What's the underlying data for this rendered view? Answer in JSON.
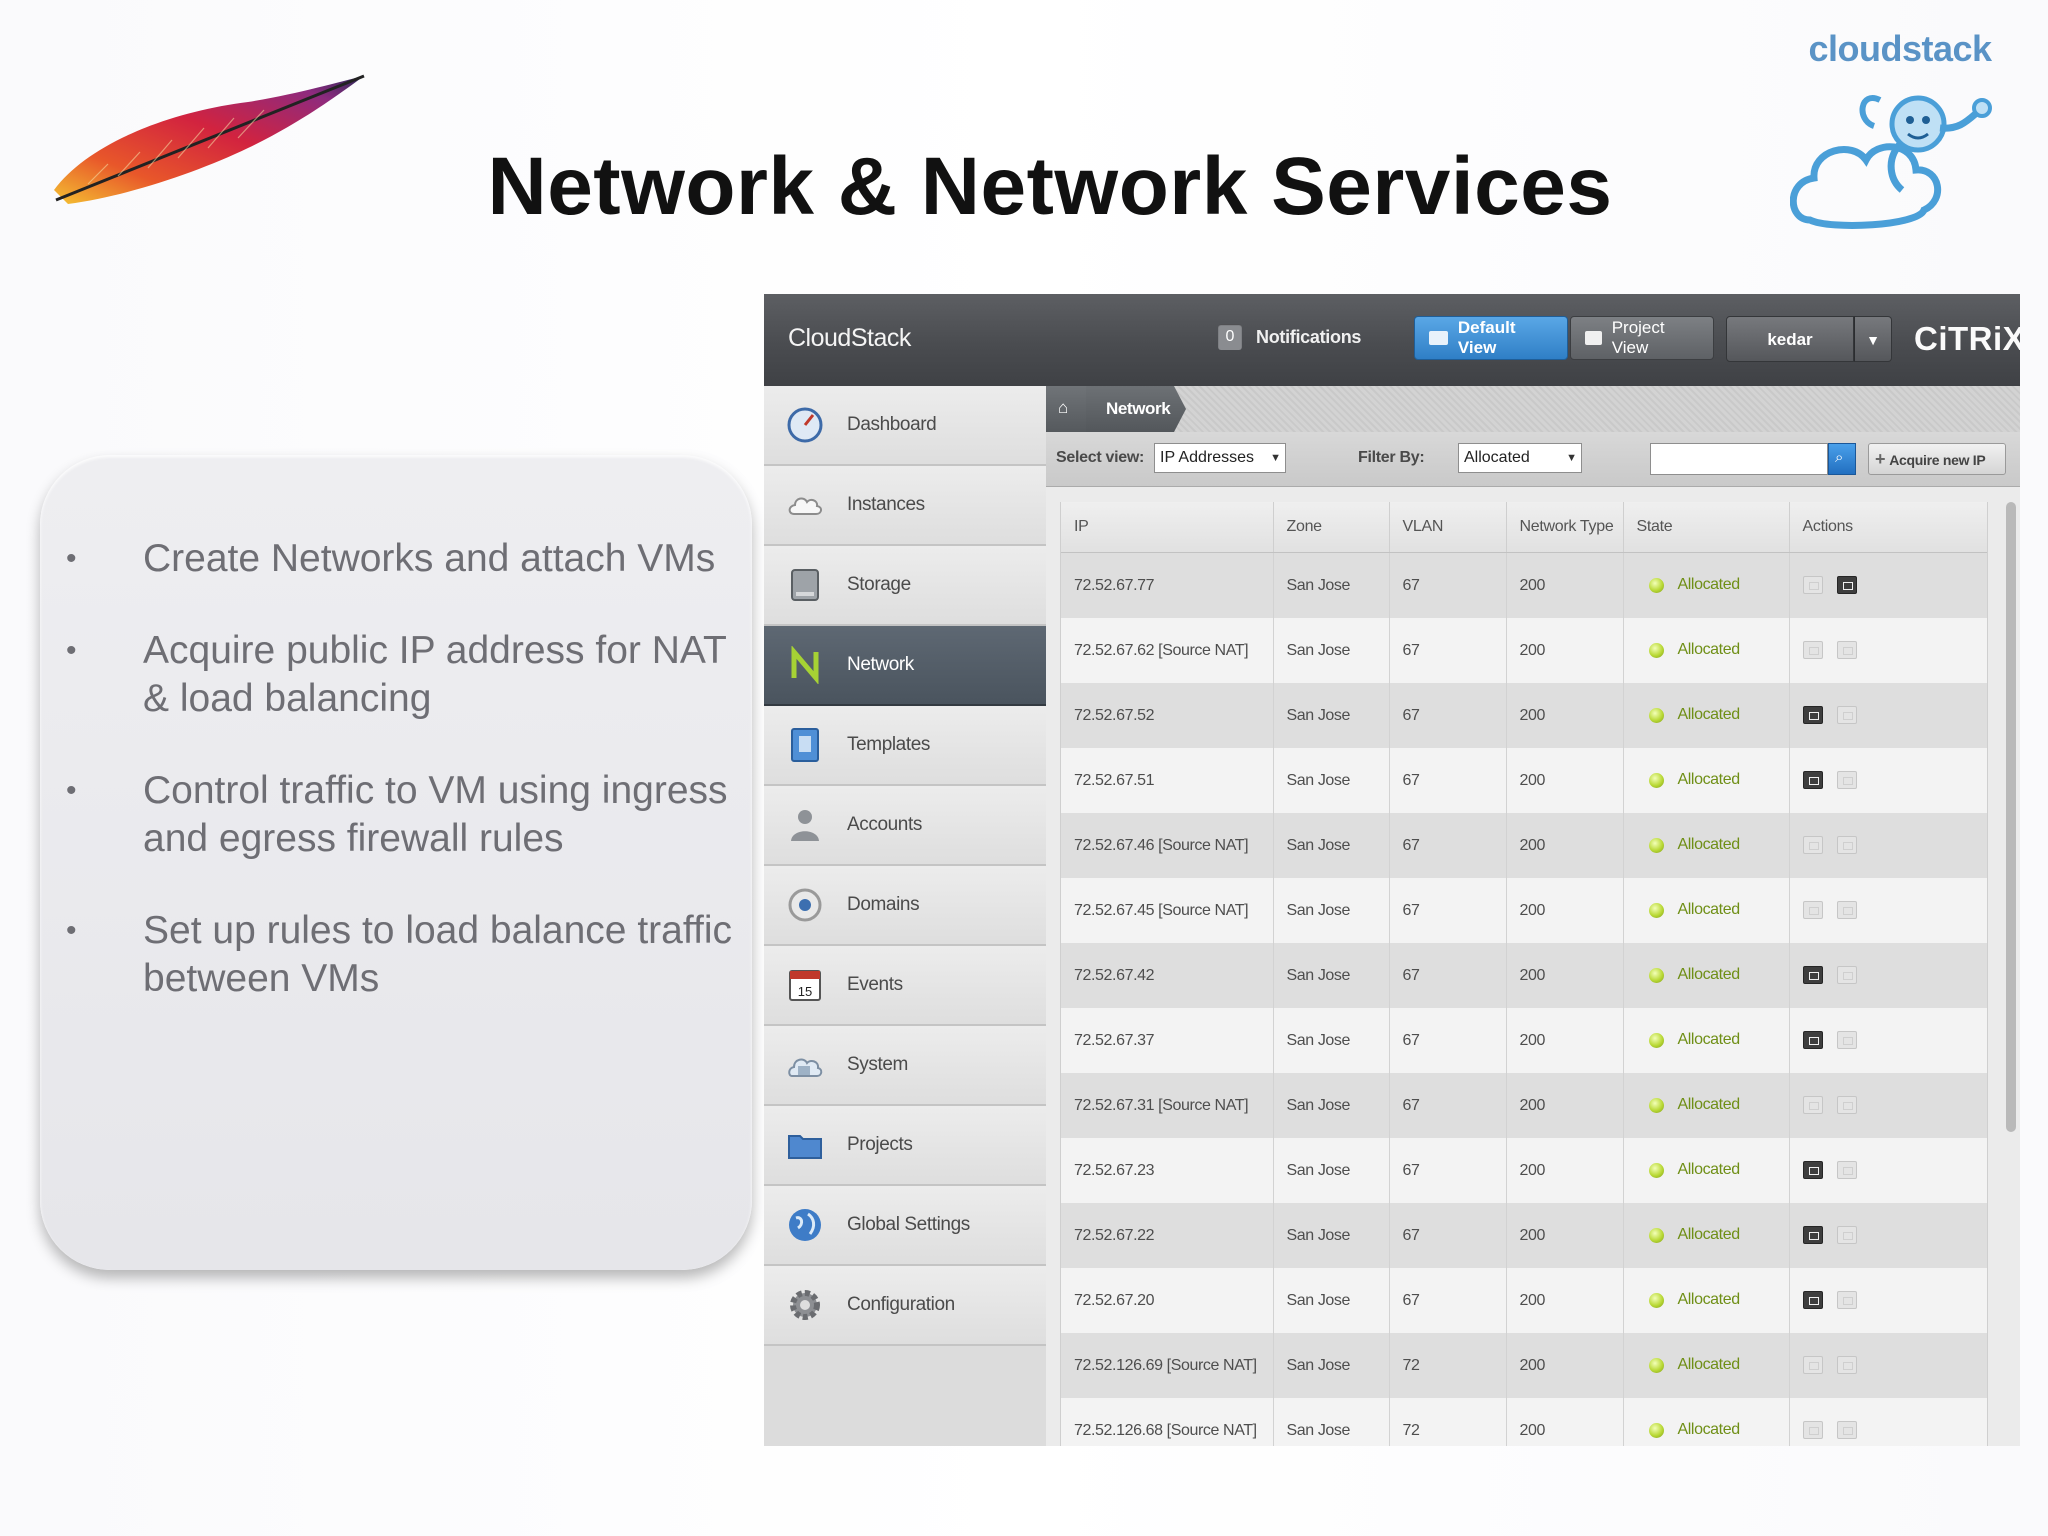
{
  "slide": {
    "title": "Network & Network Services",
    "logo_text": "cloudstack",
    "bullets": [
      "Create Networks and attach VMs",
      "Acquire public IP address for NAT & load balancing",
      "Control traffic to VM using ingress and egress firewall rules",
      "Set up rules to load balance traffic between VMs"
    ]
  },
  "app": {
    "brand": "CloudStack",
    "notifications": {
      "count": "0",
      "label": "Notifications"
    },
    "views": {
      "default": "Default View",
      "project": "Project View"
    },
    "user": "kedar",
    "vendor": "CiTRiX",
    "nav": [
      {
        "label": "Dashboard",
        "icon": "dashboard-icon"
      },
      {
        "label": "Instances",
        "icon": "cloud-icon"
      },
      {
        "label": "Storage",
        "icon": "storage-icon"
      },
      {
        "label": "Network",
        "icon": "network-icon",
        "active": true
      },
      {
        "label": "Templates",
        "icon": "template-icon"
      },
      {
        "label": "Accounts",
        "icon": "user-icon"
      },
      {
        "label": "Domains",
        "icon": "domain-icon"
      },
      {
        "label": "Events",
        "icon": "calendar-icon",
        "day": "15"
      },
      {
        "label": "System",
        "icon": "system-icon"
      },
      {
        "label": "Projects",
        "icon": "folder-icon"
      },
      {
        "label": "Global Settings",
        "icon": "globe-icon"
      },
      {
        "label": "Configuration",
        "icon": "gear-icon"
      }
    ],
    "breadcrumb": {
      "current": "Network"
    },
    "toolbar": {
      "select_view_label": "Select view:",
      "select_view_value": "IP Addresses",
      "filter_label": "Filter By:",
      "filter_value": "Allocated",
      "search_value": "",
      "acquire_label": "Acquire new IP"
    },
    "table": {
      "columns": [
        "IP",
        "Zone",
        "VLAN",
        "Network Type",
        "State",
        "Actions"
      ],
      "rows": [
        {
          "ip": "72.52.67.77",
          "zone": "San Jose",
          "vlan": "67",
          "type": "200",
          "state": "Allocated",
          "actions": [
            "off",
            "on"
          ]
        },
        {
          "ip": "72.52.67.62 [Source NAT]",
          "zone": "San Jose",
          "vlan": "67",
          "type": "200",
          "state": "Allocated",
          "actions": [
            "off",
            "off"
          ]
        },
        {
          "ip": "72.52.67.52",
          "zone": "San Jose",
          "vlan": "67",
          "type": "200",
          "state": "Allocated",
          "actions": [
            "on",
            "off"
          ]
        },
        {
          "ip": "72.52.67.51",
          "zone": "San Jose",
          "vlan": "67",
          "type": "200",
          "state": "Allocated",
          "actions": [
            "on",
            "off"
          ]
        },
        {
          "ip": "72.52.67.46 [Source NAT]",
          "zone": "San Jose",
          "vlan": "67",
          "type": "200",
          "state": "Allocated",
          "actions": [
            "off",
            "off"
          ]
        },
        {
          "ip": "72.52.67.45 [Source NAT]",
          "zone": "San Jose",
          "vlan": "67",
          "type": "200",
          "state": "Allocated",
          "actions": [
            "off",
            "off"
          ]
        },
        {
          "ip": "72.52.67.42",
          "zone": "San Jose",
          "vlan": "67",
          "type": "200",
          "state": "Allocated",
          "actions": [
            "on",
            "off"
          ]
        },
        {
          "ip": "72.52.67.37",
          "zone": "San Jose",
          "vlan": "67",
          "type": "200",
          "state": "Allocated",
          "actions": [
            "on",
            "off"
          ]
        },
        {
          "ip": "72.52.67.31 [Source NAT]",
          "zone": "San Jose",
          "vlan": "67",
          "type": "200",
          "state": "Allocated",
          "actions": [
            "off",
            "off"
          ]
        },
        {
          "ip": "72.52.67.23",
          "zone": "San Jose",
          "vlan": "67",
          "type": "200",
          "state": "Allocated",
          "actions": [
            "on",
            "off"
          ]
        },
        {
          "ip": "72.52.67.22",
          "zone": "San Jose",
          "vlan": "67",
          "type": "200",
          "state": "Allocated",
          "actions": [
            "on",
            "off"
          ]
        },
        {
          "ip": "72.52.67.20",
          "zone": "San Jose",
          "vlan": "67",
          "type": "200",
          "state": "Allocated",
          "actions": [
            "on",
            "off"
          ]
        },
        {
          "ip": "72.52.126.69 [Source NAT]",
          "zone": "San Jose",
          "vlan": "72",
          "type": "200",
          "state": "Allocated",
          "actions": [
            "off",
            "off"
          ]
        },
        {
          "ip": "72.52.126.68 [Source NAT]",
          "zone": "San Jose",
          "vlan": "72",
          "type": "200",
          "state": "Allocated",
          "actions": [
            "off",
            "off"
          ]
        }
      ]
    }
  }
}
